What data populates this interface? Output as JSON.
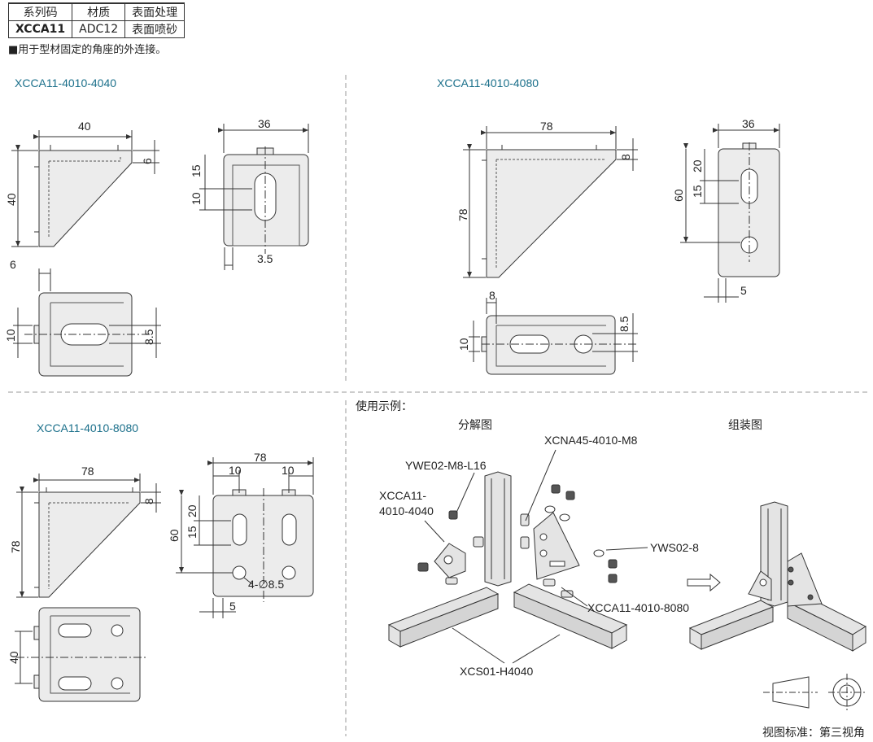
{
  "spec_table": {
    "headers": [
      "系列码",
      "材质",
      "表面处理"
    ],
    "row": [
      "XCCA11",
      "ADC12",
      "表面喷砂"
    ]
  },
  "note": "■用于型材固定的角座的外连接。",
  "views": {
    "a": {
      "title": "XCCA11-4010-4040",
      "dims": {
        "width": "40",
        "height": "40",
        "thick": "6",
        "side_w": "36",
        "side_15": "15",
        "side_10": "10",
        "side_35": "3.5",
        "bot_6": "6",
        "bot_10": "10",
        "bot_85": "8.5"
      }
    },
    "b": {
      "title": "XCCA11-4010-4080",
      "dims": {
        "width": "78",
        "height": "78",
        "thick": "8",
        "side_w": "36",
        "side_20": "20",
        "side_15": "15",
        "side_60": "60",
        "side_5": "5",
        "bot_8": "8",
        "bot_10": "10",
        "bot_85": "8.5"
      }
    },
    "c": {
      "title": "XCCA11-4010-8080",
      "dims": {
        "width": "78",
        "height": "78",
        "thick": "8",
        "side_w": "78",
        "side_10a": "10",
        "side_10b": "10",
        "side_20": "20",
        "side_15": "15",
        "side_60": "60",
        "side_hole": "4-∅8.5",
        "side_5": "5",
        "bot_40": "40"
      }
    }
  },
  "usage": {
    "title": "使用示例：",
    "exploded_title": "分解图",
    "assembled_title": "组装图",
    "callouts": {
      "xcna": "XCNA45-4010-M8",
      "ywe": "YWE02-M8-L16",
      "xcca_a": "XCCA11-",
      "xcca_b": "4010-4040",
      "yws": "YWS02-8",
      "xcca_c": "XCCA11-4010-8080",
      "xcs": "XCS01-H4040"
    },
    "view_standard": "视图标准：第三视角"
  }
}
